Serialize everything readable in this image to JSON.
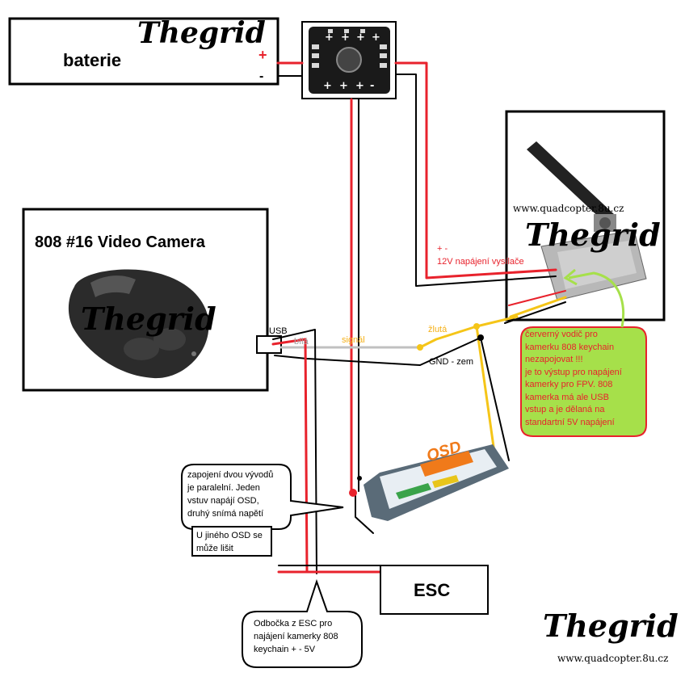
{
  "battery": {
    "label": "baterie",
    "plus": "+",
    "minus": "-"
  },
  "camera": {
    "title": "808 #16  Video Camera",
    "usb": "USB"
  },
  "wires": {
    "bila": "bílá",
    "signal": "signál",
    "zluta": "žlutá",
    "gnd": "GND - zem",
    "pm": "+ -",
    "tx12v": "12V napájení vysílače"
  },
  "osd": {
    "label": "OSD"
  },
  "esc": {
    "label": "ESC"
  },
  "notes": {
    "green": [
      "červerný vodič pro",
      "kamerku 808 keychain",
      "nezapojovat !!!",
      "je to výstup pro napájení",
      "kamerky pro FPV. 808",
      "kamerka má ale USB",
      "vstup a je dělaná na",
      "standartní 5V napájení"
    ],
    "parallel": [
      "zapojení dvou vývodů",
      "je paralelní. Jeden",
      "vstuv napájí OSD,",
      "druhý snímá napětí"
    ],
    "other_osd": [
      "U jiného OSD se",
      "může lišit"
    ],
    "esc_branch": [
      "Odbočka z ESC pro",
      "najájení kamerky 808",
      "keychain + - 5V"
    ]
  },
  "brand": {
    "name": "Thegrid",
    "url": "www.quadcopter.8u.cz"
  },
  "colors": {
    "red": "#e8222c",
    "yellow": "#f5c518",
    "gray": "#c0c0c0",
    "green": "#a6e04a",
    "black": "#000000"
  }
}
